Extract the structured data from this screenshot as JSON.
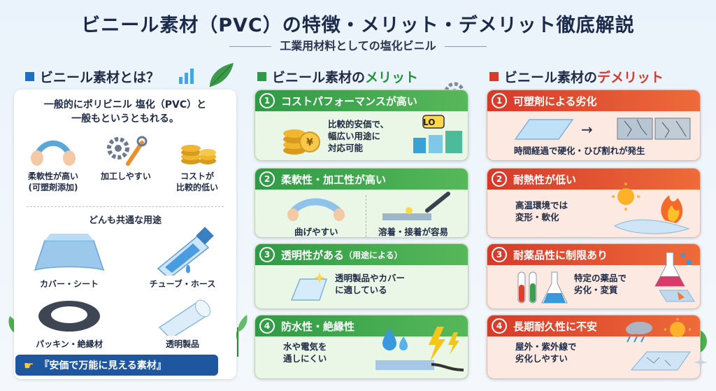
{
  "title": "ビニール素材（PVC）の特徴・メリット・デメリット徹底解説",
  "subtitle": "工業用材料としての塩化ビニル",
  "colors": {
    "blue": "#1e6fc8",
    "green": "#2f9a45",
    "red": "#d63a2a"
  },
  "left": {
    "heading": "ビニール素材とは？",
    "intro_line1": "一般的にポリビニル 塩化（PVC）と",
    "intro_line2": "一般もというともれる。",
    "features": [
      {
        "line1": "柔軟性が高い",
        "line2": "(可塑剤添加)",
        "icon": "hands-bending-icon"
      },
      {
        "line1": "加工しやすい",
        "line2": "",
        "icon": "gear-wrench-icon"
      },
      {
        "line1": "コストが",
        "line2": "比較的低い",
        "icon": "coins-icon"
      }
    ],
    "uses_title": "どんも共通な用途",
    "uses": [
      {
        "label": "カバー・シート",
        "icon": "sheet-cover-icon"
      },
      {
        "label": "チューブ・ホース",
        "icon": "tube-icon"
      },
      {
        "label": "パッキン・絶縁材",
        "icon": "gasket-ring-icon"
      },
      {
        "label": "透明製品",
        "icon": "clear-pipe-icon"
      }
    ],
    "banner": "『安価で万能に見える素材』"
  },
  "merits": {
    "heading_main": "ビニール素材の",
    "heading_accent": "メリット",
    "items": [
      {
        "num": "1",
        "title": "コストパフォーマンスが高い",
        "title_small": "",
        "text1": "比較的安価で、",
        "text2": "幅広い用途に",
        "text3": "対応可能",
        "badge": "LO"
      },
      {
        "title": "柔軟性・加工性が高い",
        "num": "2",
        "title_small": "",
        "text1": "曲げやすい",
        "text2": "溶着・接着が容易",
        "text3": ""
      },
      {
        "title": "透明性がある",
        "num": "3",
        "title_small": "（用途による）",
        "text1": "透明製品やカバー",
        "text2": "に適している",
        "text3": ""
      },
      {
        "title": "防水性・絶縁性",
        "num": "4",
        "title_small": "",
        "text1": "水や電気を",
        "text2": "通しにくい",
        "text3": ""
      }
    ]
  },
  "demerits": {
    "heading_main": "ビニール素材の",
    "heading_accent": "デメリット",
    "items": [
      {
        "num": "1",
        "title": "可塑剤による劣化",
        "text1": "時間経過で硬化・ひび割れが発生",
        "text2": ""
      },
      {
        "num": "2",
        "title": "耐熱性が低い",
        "text1": "高温環境では",
        "text2": "変形・軟化"
      },
      {
        "num": "3",
        "title": "耐薬品性に制限あり",
        "text1": "特定の薬品で",
        "text2": "劣化・変質"
      },
      {
        "num": "4",
        "title": "長期耐久性に不安",
        "text1": "屋外・紫外線で",
        "text2": "劣化しやすい"
      }
    ]
  }
}
